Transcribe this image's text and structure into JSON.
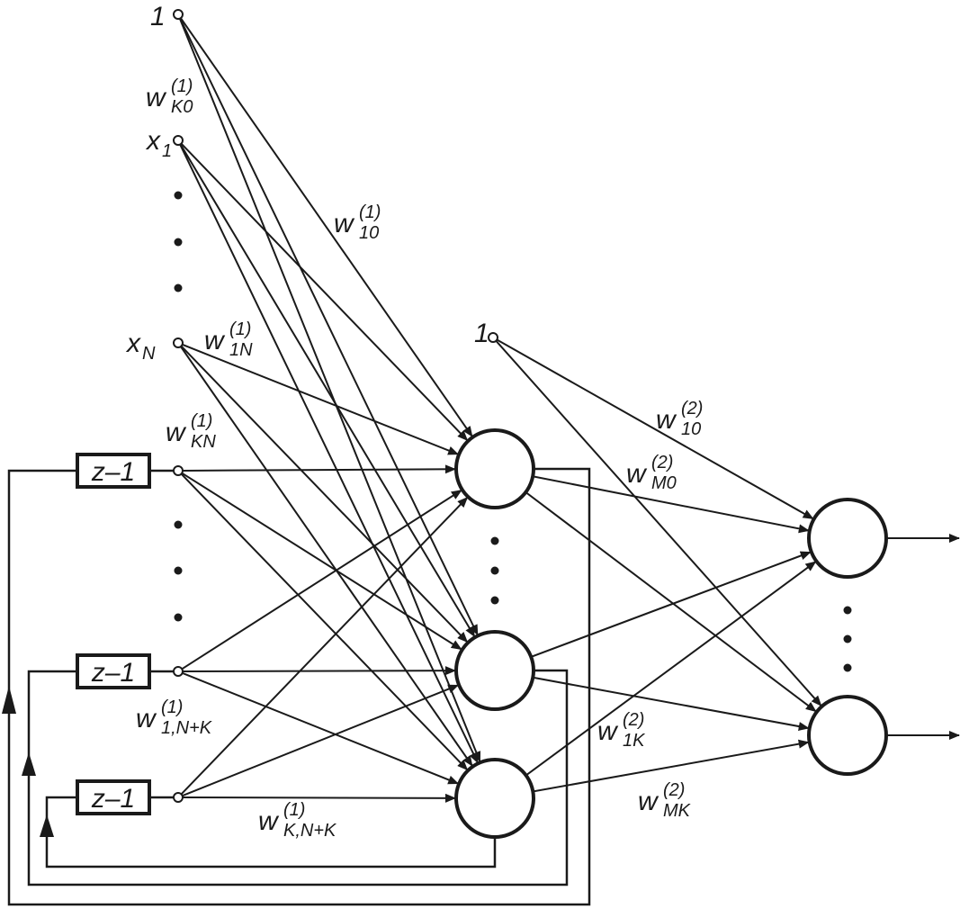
{
  "diagram": {
    "input_bias_label": "1",
    "input_first_label": {
      "main": "x",
      "sub": "1"
    },
    "input_last_label": {
      "main": "x",
      "sub": "N"
    },
    "output_bias_label": "1",
    "delay_label": "z–1",
    "weights": {
      "wK0": {
        "main": "w",
        "sup": "(1)",
        "sub": "K0"
      },
      "w10_1": {
        "main": "w",
        "sup": "(1)",
        "sub": "10"
      },
      "w1N": {
        "main": "w",
        "sup": "(1)",
        "sub": "1N"
      },
      "wKN": {
        "main": "w",
        "sup": "(1)",
        "sub": "KN"
      },
      "w1NK": {
        "main": "w",
        "sup": "(1)",
        "sub": "1,N+K"
      },
      "wKNK": {
        "main": "w",
        "sup": "(1)",
        "sub": "K,N+K"
      },
      "w10_2": {
        "main": "w",
        "sup": "(2)",
        "sub": "10"
      },
      "wM0": {
        "main": "w",
        "sup": "(2)",
        "sub": "M0"
      },
      "w1K": {
        "main": "w",
        "sup": "(2)",
        "sub": "1K"
      },
      "wMK": {
        "main": "w",
        "sup": "(2)",
        "sub": "MK"
      }
    },
    "line_color": "#1a1a1a"
  }
}
